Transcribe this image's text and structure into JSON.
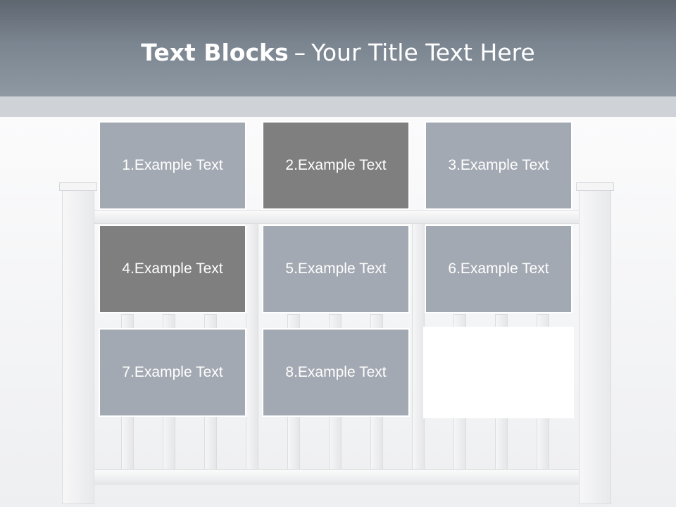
{
  "title": {
    "bold": "Text Blocks",
    "separator": "–",
    "rest": "Your Title Text Here"
  },
  "blocks": [
    {
      "label": "1.Example Text",
      "style": "light"
    },
    {
      "label": "2.Example Text",
      "style": "dark"
    },
    {
      "label": "3.Example Text",
      "style": "light"
    },
    {
      "label": "4.Example Text",
      "style": "dark"
    },
    {
      "label": "5.Example Text",
      "style": "light"
    },
    {
      "label": "6.Example Text",
      "style": "light"
    },
    {
      "label": "7.Example Text",
      "style": "light"
    },
    {
      "label": "8.Example Text",
      "style": "light"
    }
  ],
  "colors": {
    "block_light": "#a3a9b2",
    "block_dark": "#7f7f7f",
    "header": "#7b8590",
    "text": "#ffffff"
  }
}
